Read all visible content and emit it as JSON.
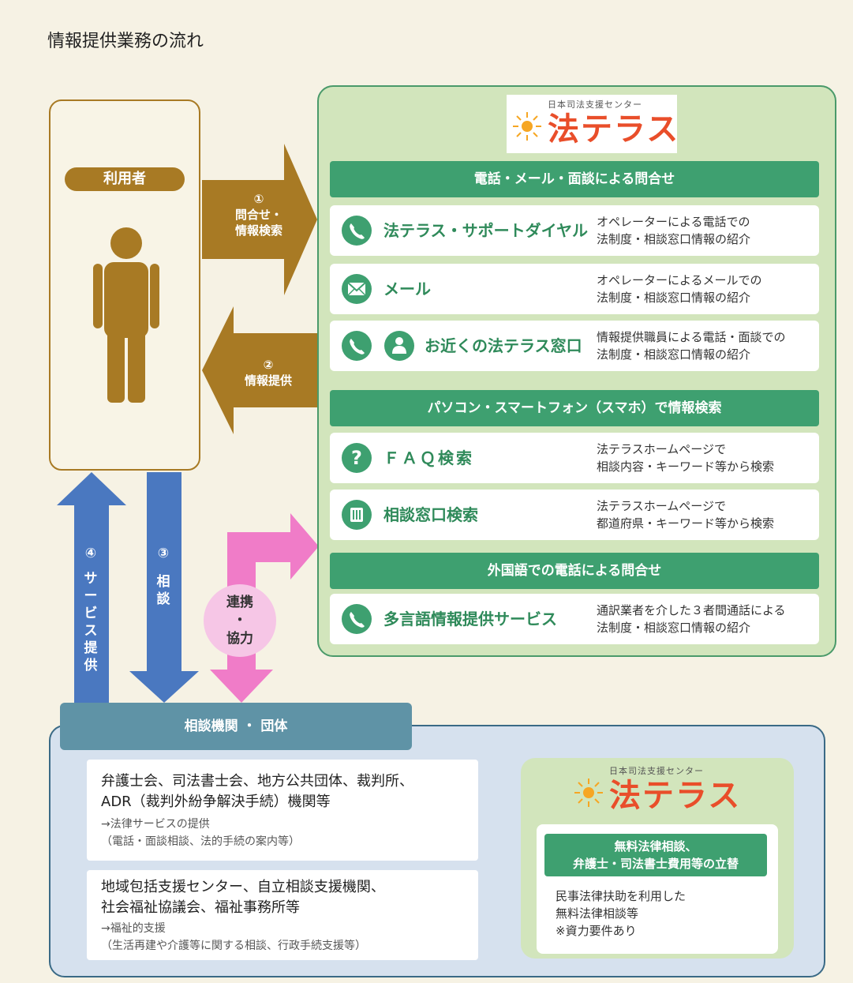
{
  "title": "情報提供業務の流れ",
  "user": {
    "label": "利用者"
  },
  "logo": {
    "small": "日本司法支援センター",
    "main": "法テラス"
  },
  "flows": {
    "inquiry": {
      "num": "①",
      "line1": "問合せ・",
      "line2": "情報検索"
    },
    "provide": {
      "num": "②",
      "line1": "情報提供"
    },
    "consult": {
      "num": "③",
      "chars": [
        "相",
        "談"
      ]
    },
    "service": {
      "num": "④",
      "chars": [
        "サ",
        "ー",
        "ビ",
        "ス",
        "提",
        "供"
      ]
    },
    "cooperation": {
      "line1": "連携",
      "dot": "・",
      "line2": "協力"
    }
  },
  "sections": [
    {
      "title": "電話・メール・面談による問合せ"
    },
    {
      "title": "パソコン・スマートフォン（スマホ）で情報検索"
    },
    {
      "title": "外国語での電話による問合せ"
    }
  ],
  "services": [
    {
      "name": "法テラス・サポートダイヤル",
      "desc1": "オペレーターによる電話での",
      "desc2": "法制度・相談窓口情報の紹介",
      "icon": "phone-icon"
    },
    {
      "name": "メール",
      "desc1": "オペレーターによるメールでの",
      "desc2": "法制度・相談窓口情報の紹介",
      "icon": "mail-icon"
    },
    {
      "name": "お近くの法テラス窓口",
      "desc1": "情報提供職員による電話・面談での",
      "desc2": "法制度・相談窓口情報の紹介",
      "icon": "phone-icon"
    },
    {
      "name": "ＦＡＱ検索",
      "desc1": "法テラスホームページで",
      "desc2": "相談内容・キーワード等から検索",
      "icon": "question-icon"
    },
    {
      "name": "相談窓口検索",
      "desc1": "法テラスホームページで",
      "desc2": "都道府県・キーワード等から検索",
      "icon": "list-icon"
    },
    {
      "name": "多言語情報提供サービス",
      "desc1": "通訳業者を介した３者間通話による",
      "desc2": "法制度・相談窓口情報の紹介",
      "icon": "phone-icon"
    }
  ],
  "bottom": {
    "tab": "相談機関 ・ 団体",
    "orgs": [
      {
        "line1": "弁護士会、司法書士会、地方公共団体、裁判所、",
        "line2": "ADR（裁判外紛争解決手続）機関等",
        "sub1": "→法律サービスの提供",
        "sub2": "（電話・面談相談、法的手続の案内等）"
      },
      {
        "line1": "地域包括支援センター、自立相談支援機関、",
        "line2": "社会福祉協議会、福祉事務所等",
        "sub1": "→福祉的支援",
        "sub2": "（生活再建や介護等に関する相談、行政手続支援等）"
      }
    ],
    "legal": {
      "bar1": "無料法律相談、",
      "bar2": "弁護士・司法書士費用等の立替",
      "desc1": "民事法律扶助を利用した",
      "desc2": "無料法律相談等",
      "desc3": "※資力要件あり"
    }
  },
  "colors": {
    "brown": "#a87a24",
    "green": "#3ea070",
    "blue": "#4a78c0",
    "pink": "#f07cc8",
    "teal": "#5f93a6"
  }
}
